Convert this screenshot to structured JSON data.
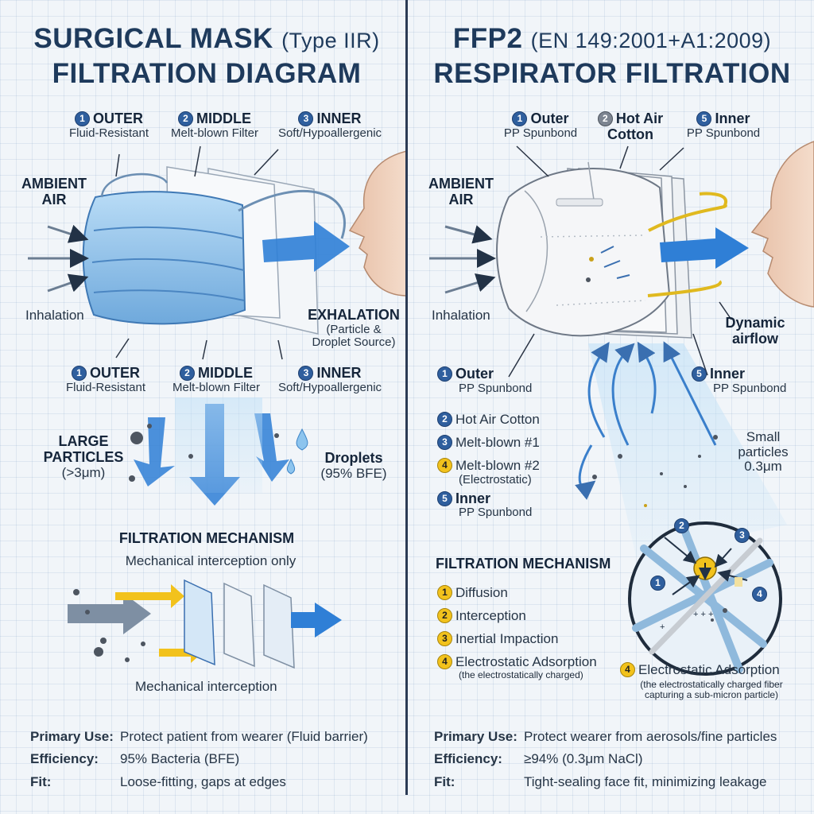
{
  "left": {
    "title_main": "SURGICAL MASK",
    "title_type": "(Type IIR)",
    "title_line2": "FILTRATION DIAGRAM",
    "top_layers": [
      {
        "num": "1",
        "name": "OUTER",
        "desc": "Fluid-Resistant"
      },
      {
        "num": "2",
        "name": "MIDDLE",
        "desc": "Melt-blown Filter"
      },
      {
        "num": "3",
        "name": "INNER",
        "desc": "Soft/Hypoallergenic"
      }
    ],
    "bottom_layers": [
      {
        "num": "1",
        "name": "OUTER",
        "desc": "Fluid-Resistant"
      },
      {
        "num": "2",
        "name": "MIDDLE",
        "desc": "Melt-blown Filter"
      },
      {
        "num": "3",
        "name": "INNER",
        "desc": "Soft/Hypoallergenic"
      }
    ],
    "ambient_air_1": "AMBIENT",
    "ambient_air_2": "AIR",
    "inhalation": "Inhalation",
    "exhalation": "EXHALATION",
    "exhalation_sub1": "(Particle &",
    "exhalation_sub2": "Droplet Source)",
    "large_particles_1": "LARGE",
    "large_particles_2": "PARTICLES",
    "large_particles_3": "(>3μm)",
    "droplets": "Droplets",
    "droplets_sub": "(95% BFE)",
    "mechanism_title": "FILTRATION MECHANISM",
    "mechanism_sub": "Mechanical interception only",
    "mechanism_caption": "Mechanical interception",
    "primary_use_label": "Primary Use:",
    "primary_use": "Protect patient from wearer (Fluid barrier)",
    "efficiency_label": "Efficiency:",
    "efficiency": "95% Bacteria (BFE)",
    "fit_label": "Fit:",
    "fit": "Loose-fitting, gaps at edges"
  },
  "right": {
    "title_main": "FFP2",
    "title_std": "(EN 149:2001+A1:2009)",
    "title_line2": "RESPIRATOR FILTRATION",
    "top_layers": [
      {
        "num": "1",
        "name": "Outer",
        "desc": "PP Spunbond"
      },
      {
        "num": "2",
        "name": "Hot Air",
        "desc": "Cotton"
      },
      {
        "num": "5",
        "name": "Inner",
        "desc": "PP Spunbond"
      }
    ],
    "ambient_air_1": "AMBIENT",
    "ambient_air_2": "AIR",
    "inhalation": "Inhalation",
    "dynamic_1": "Dynamic",
    "dynamic_2": "airflow",
    "outer_name": "Outer",
    "outer_desc": "PP Spunbond",
    "inner_name": "Inner",
    "inner_desc": "PP Spunbond",
    "layer_list": [
      {
        "num": "2",
        "text": "Hot Air Cotton",
        "sub": ""
      },
      {
        "num": "3",
        "text": "Melt-blown #1",
        "sub": ""
      },
      {
        "num": "4",
        "text": "Melt-blown #2",
        "sub": "(Electrostatic)"
      },
      {
        "num": "5",
        "text": "Inner",
        "sub": "PP Spunbond"
      }
    ],
    "small_particles_1": "Small",
    "small_particles_2": "particles",
    "small_particles_3": "0.3μm",
    "mechanism_title": "FILTRATION MECHANISM",
    "mechanisms": [
      {
        "num": "1",
        "text": "Diffusion"
      },
      {
        "num": "2",
        "text": "Interception"
      },
      {
        "num": "3",
        "text": "Inertial Impaction"
      },
      {
        "num": "4",
        "text": "Electrostatic Adsorption"
      }
    ],
    "mech4_note": "(the electrostatically charged)",
    "zoom_label_num": "4",
    "zoom_label": "Electrostatic Adsorption",
    "zoom_note_1": "(the electrostatically charged fiber",
    "zoom_note_2": "capturing a sub-micron particle)",
    "zoom_nums": [
      "1",
      "2",
      "3",
      "4"
    ],
    "primary_use_label": "Primary Use:",
    "primary_use": "Protect wearer from aerosols/fine particles",
    "efficiency_label": "Efficiency:",
    "efficiency": "≥94% (0.3μm NaCl)",
    "fit_label": "Fit:",
    "fit": "Tight-sealing face fit, minimizing leakage"
  },
  "colors": {
    "accent_blue": "#2f7fd6",
    "yellow": "#f2c21c",
    "title": "#1e3a5c",
    "mask_blue": "#9ccbf0"
  }
}
